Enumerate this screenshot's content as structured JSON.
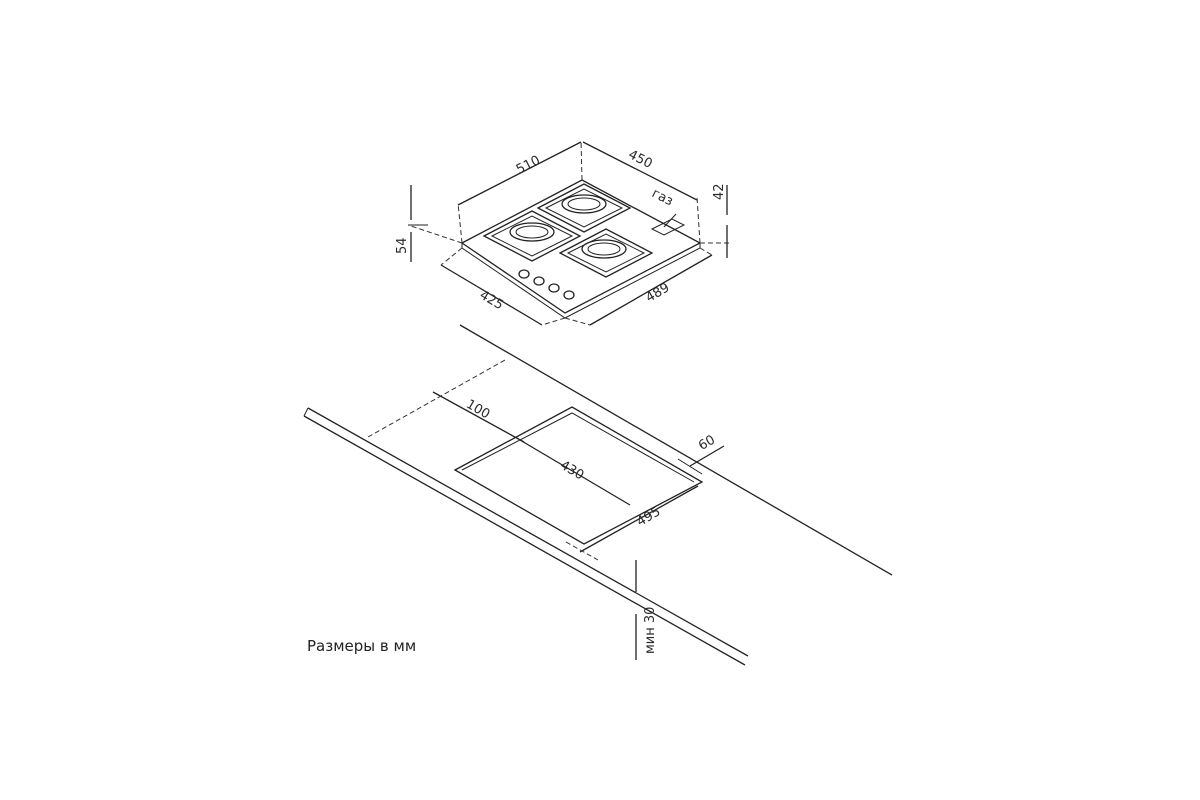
{
  "hob": {
    "labels": {
      "width_top": "510",
      "depth_top": "450",
      "height_right": "42",
      "height_left": "54",
      "width_bottom": "425",
      "depth_bottom": "489",
      "gas": "газ"
    },
    "burner_count": 3,
    "knob_count": 4
  },
  "countertop": {
    "labels": {
      "offset_back": "100",
      "cutout_width": "430",
      "offset_front": "60",
      "cutout_depth": "495",
      "min_thickness": "мин 30"
    }
  },
  "caption": "Размеры в мм",
  "colors": {
    "line": "#222222",
    "background": "#ffffff"
  }
}
